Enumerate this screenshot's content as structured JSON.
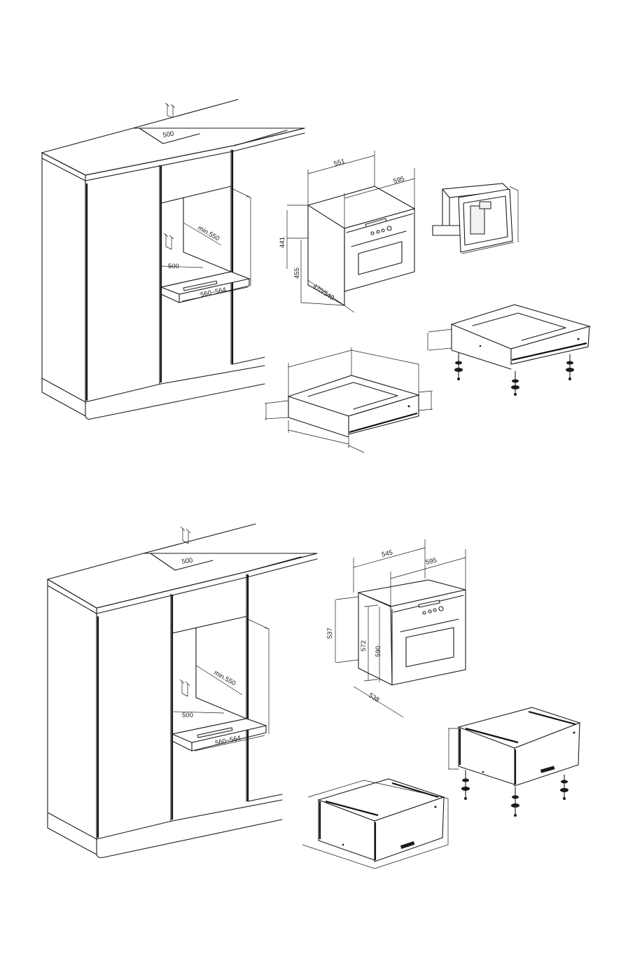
{
  "diagram_top": {
    "countertop_cutout": "500",
    "niche_depth": "min.550",
    "niche_bottom_width": "500",
    "niche_width": "560~564",
    "appliance_depth": "551",
    "appliance_width": "595",
    "appliance_height": "441",
    "niche_height": "455",
    "install_depth": "470/540"
  },
  "diagram_bottom": {
    "countertop_cutout": "500",
    "niche_depth": "min.550",
    "niche_bottom_width": "500",
    "niche_width": "560~564",
    "appliance_depth": "545",
    "appliance_width": "595",
    "body_height": "537",
    "inner_height": "572",
    "front_height": "590",
    "install_depth": "538"
  },
  "colors": {
    "line": "#1a1a1a",
    "background": "#ffffff"
  }
}
